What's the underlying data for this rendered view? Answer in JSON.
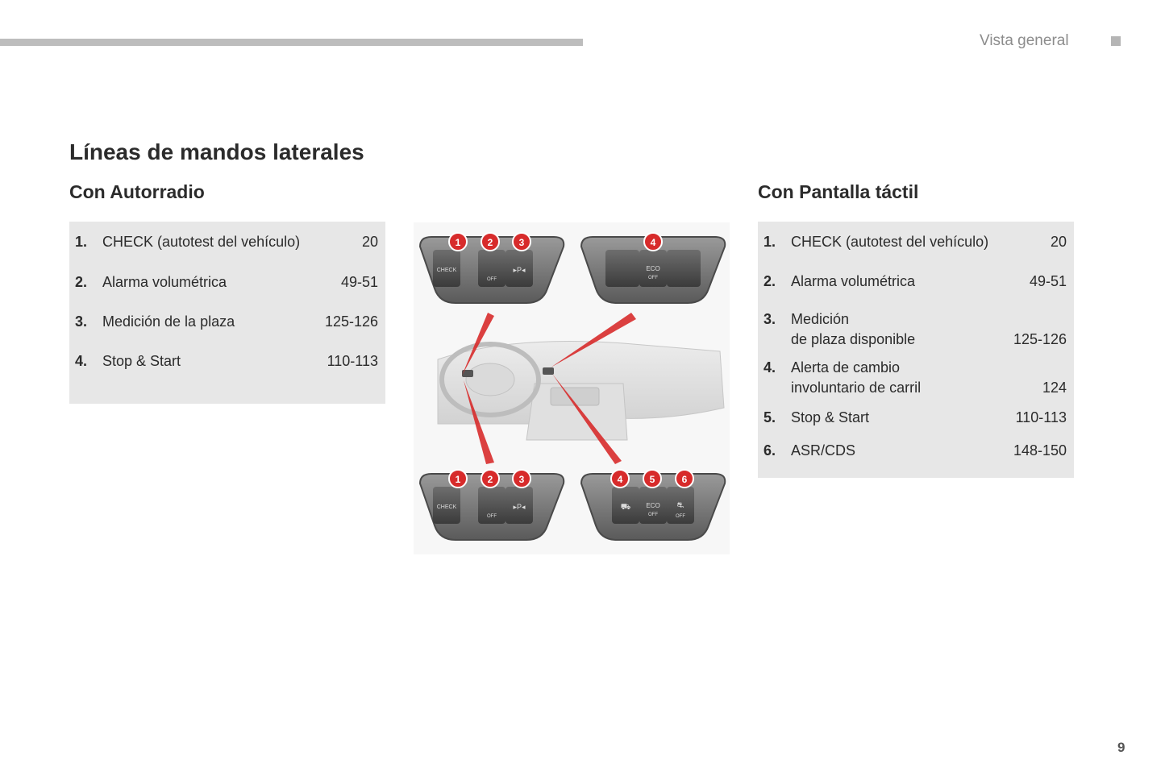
{
  "header": {
    "section_label": "Vista general",
    "page_number": "9"
  },
  "title": "Líneas de mandos laterales",
  "left": {
    "subtitle": "Con Autorradio",
    "items": [
      {
        "num": "1.",
        "label": "CHECK (autotest del vehículo)",
        "page": "20"
      },
      {
        "num": "2.",
        "label": "Alarma volumétrica",
        "page": "49-51"
      },
      {
        "num": "3.",
        "label": "Medición de la plaza",
        "page": "125-126"
      },
      {
        "num": "4.",
        "label": "Stop & Start",
        "page": "110-113"
      }
    ]
  },
  "right": {
    "subtitle": "Con Pantalla táctil",
    "items": [
      {
        "num": "1.",
        "label": "CHECK (autotest del vehículo)",
        "page": "20"
      },
      {
        "num": "2.",
        "label": "Alarma volumétrica",
        "page": "49-51"
      },
      {
        "num": "3.",
        "label_line1": "Medición",
        "label_line2": "de plaza disponible",
        "page": "125-126"
      },
      {
        "num": "4.",
        "label_line1": "Alerta de cambio",
        "label_line2": "involuntario de carril",
        "page": "124"
      },
      {
        "num": "5.",
        "label": "Stop & Start",
        "page": "110-113"
      },
      {
        "num": "6.",
        "label": "ASR/CDS",
        "page": "148-150"
      }
    ]
  },
  "figure": {
    "callout_color": "#d72b2b",
    "button_labels": {
      "check": "CHECK",
      "off": "OFF",
      "eco": "ECO"
    },
    "callouts": {
      "tl": [
        "1",
        "2",
        "3"
      ],
      "tr": [
        "4"
      ],
      "bl": [
        "1",
        "2",
        "3"
      ],
      "br": [
        "4",
        "5",
        "6"
      ]
    }
  }
}
